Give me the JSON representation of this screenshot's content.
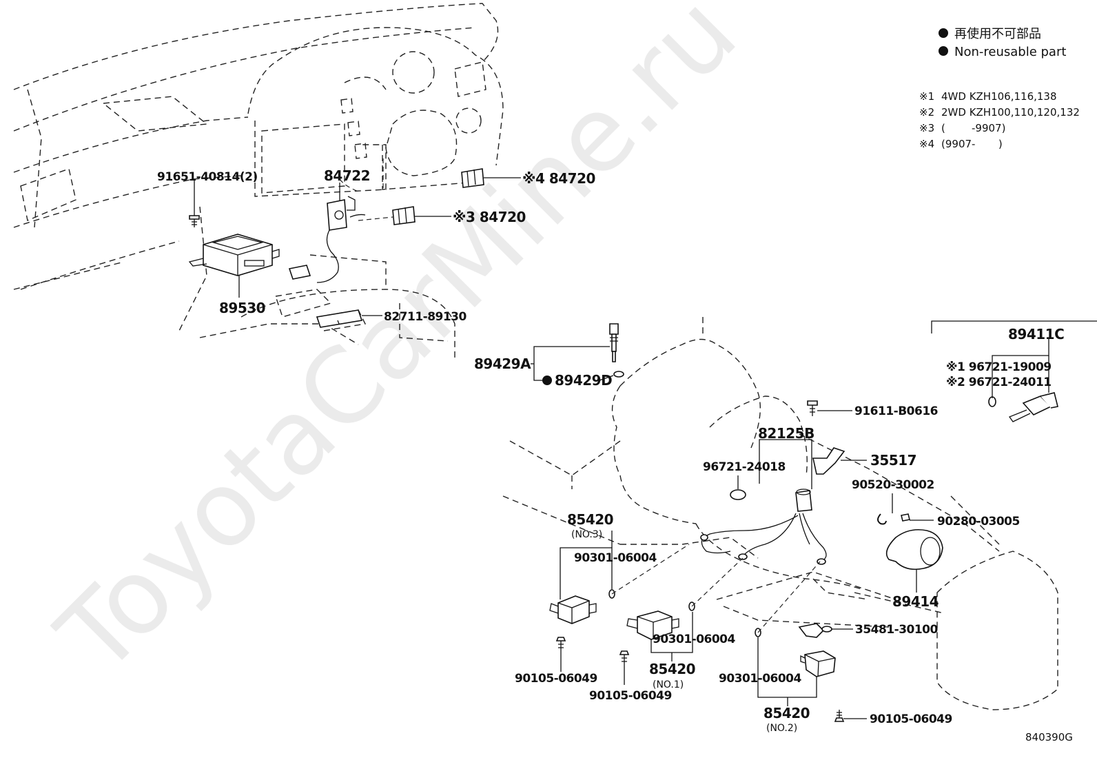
{
  "watermark": "ToyotaCarMine.ru",
  "legend": {
    "line_jp": "再使用不可部品",
    "line_en": "Non-reusable part"
  },
  "notes": [
    {
      "mark": "※1",
      "text": "4WD KZH106,116,138"
    },
    {
      "mark": "※2",
      "text": "2WD KZH100,110,120,132"
    },
    {
      "mark": "※3",
      "text": "(        -9907)"
    },
    {
      "mark": "※4",
      "text": "(9907-       )"
    }
  ],
  "labels": {
    "p91651": "91651-40814(2)",
    "p84722": "84722",
    "p84720_4": "※4 84720",
    "p84720_3": "※3 84720",
    "p89530": "89530",
    "p82711": "82711-89130",
    "p89429A": "89429A",
    "p89429D": "89429D",
    "p89411C": "89411C",
    "p96721_19009": "※1 96721-19009",
    "p96721_24011": "※2 96721-24011",
    "p91611": "91611-B0616",
    "p82125B": "82125B",
    "p96721_24018": "96721-24018",
    "p35517": "35517",
    "p90520": "90520-30002",
    "p90280": "90280-03005",
    "p85420_no3": "85420",
    "sub_no3": "(NO.3)",
    "p90301_a": "90301-06004",
    "p89414": "89414",
    "p35481": "35481-30100",
    "p90301_b": "90301-06004",
    "p85420_no1": "85420",
    "sub_no1": "(NO.1)",
    "p90105_a": "90105-06049",
    "p90105_b": "90105-06049",
    "p90301_c": "90301-06004",
    "p85420_no2": "85420",
    "sub_no2": "(NO.2)",
    "p90105_c": "90105-06049"
  },
  "figure_code": "840390G"
}
